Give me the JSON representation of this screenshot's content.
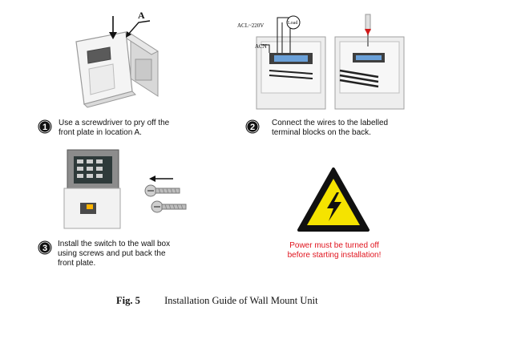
{
  "figure": {
    "label_a": "A",
    "acl_label": "ACL~220V",
    "acn_label": "ACN",
    "load_label": "Load"
  },
  "steps": [
    {
      "number": "1",
      "line1": "Use a screwdriver to pry off the",
      "line2": "front plate in location A."
    },
    {
      "number": "2",
      "line1": "Connect the wires to the labelled",
      "line2": "terminal blocks on the back."
    },
    {
      "number": "3",
      "line1": "Install the switch to the wall box",
      "line2": "using screws and put back the",
      "line3": "front plate."
    }
  ],
  "warning": {
    "line1": "Power must be turned off",
    "line2": "before starting installation!",
    "color": "#e0141e",
    "triangle_color": "#f5e300"
  },
  "caption": {
    "fig_number": "Fig. 5",
    "title": "Installation Guide of Wall Mount Unit"
  }
}
